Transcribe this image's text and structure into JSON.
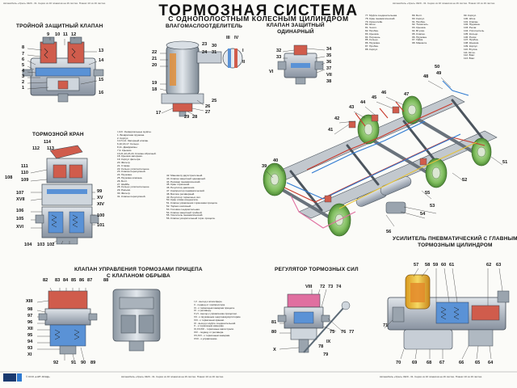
{
  "header": {
    "left_lines": [
      "Автомобиль «Урал» 4320 - 31. Серия из 16 плакатов на 16 листах. Плакат 10 из 16 листах."
    ],
    "right_lines": [
      "Автомобиль «Урал» 4320 - 31. Серия из 16 плакатов на 16 листах. Плакат 10 из 16 листах."
    ],
    "title": "ТОРМОЗНАЯ СИСТЕМА",
    "subtitle": "С ОДНОПОЛОСТНЫМ КОЛЕСНЫМ ЦИЛИНДРОМ"
  },
  "sections": {
    "triple_valve": "ТРОЙНОЙ ЗАЩИТНЫЙ КЛАПАН",
    "moisture_sep": "ВЛАГОМАСЛООТДЕЛИТЕЛЬ",
    "single_valve": "КЛАПАН ЗАЩИТНЫЙ\nОДИНАРНЫЙ",
    "brake_valve": "ТОРМОЗНОЙ КРАН",
    "trailer_valve": "КЛАПАН УПРАВЛЕНИЯ ТОРМОЗАМИ ПРИЦЕПА\nС КЛАПАНОМ ОБРЫВА",
    "regulator": "РЕГУЛЯТОР ТОРМОЗНЫХ СИЛ",
    "booster": "УСИЛИТЕЛЬ ПНЕВМАТИЧЕСКИЙ С ГЛАВНЫМ\nТОРМОЗНЫМ ЦИЛИНДРОМ"
  },
  "labels": {
    "triple_valve": [
      {
        "id": "8",
        "t": "8"
      },
      {
        "id": "7",
        "t": "7"
      },
      {
        "id": "6",
        "t": "6"
      },
      {
        "id": "5",
        "t": "5"
      },
      {
        "id": "4",
        "t": "4"
      },
      {
        "id": "3",
        "t": "3"
      },
      {
        "id": "2",
        "t": "2"
      },
      {
        "id": "1",
        "t": "1"
      },
      {
        "id": "9",
        "t": "9"
      },
      {
        "id": "10",
        "t": "10"
      },
      {
        "id": "11",
        "t": "11"
      },
      {
        "id": "12",
        "t": "12"
      },
      {
        "id": "13",
        "t": "13"
      },
      {
        "id": "14",
        "t": "14"
      },
      {
        "id": "15",
        "t": "15"
      },
      {
        "id": "16",
        "t": "16"
      }
    ],
    "moisture_sep": [
      "22",
      "21",
      "20",
      "19",
      "18",
      "17",
      "23",
      "24",
      "31",
      "30",
      "29",
      "28",
      "27",
      "26",
      "25",
      "III",
      "IV",
      "I",
      "II"
    ],
    "single_valve": [
      "32",
      "33",
      "34",
      "35",
      "36",
      "37",
      "VI",
      "VII",
      "38"
    ],
    "brake_valve": [
      "114",
      "112",
      "113",
      "111",
      "110",
      "109",
      "108",
      "107",
      "XVII",
      "106",
      "105",
      "XVI",
      "104",
      "103",
      "102",
      "101",
      "100",
      "99",
      "XIV",
      "XV"
    ],
    "chassis": [
      "39",
      "40",
      "41",
      "42",
      "43",
      "44",
      "45",
      "46",
      "47",
      "48",
      "49",
      "50",
      "51",
      "52",
      "53",
      "54",
      "55",
      "56"
    ],
    "trailer_valve": [
      "82",
      "83",
      "84",
      "85",
      "86",
      "87",
      "88",
      "XIII",
      "98",
      "97",
      "96",
      "XII",
      "95",
      "94",
      "93",
      "XI",
      "92",
      "91",
      "90",
      "89"
    ],
    "regulator": [
      "VIII",
      "72",
      "73",
      "74",
      "81",
      "80",
      "X",
      "75",
      "76",
      "77",
      "IX",
      "78",
      "79"
    ],
    "booster": [
      "57",
      "58",
      "59",
      "60",
      "61",
      "62",
      "63",
      "71",
      "64",
      "65",
      "66",
      "67",
      "68",
      "69",
      "70"
    ]
  },
  "legends": {
    "center_top": [
      "I,II,III. Универсальные муфты.",
      "1. Возвратная пружина.",
      "2. Корпус.",
      "3.4.5,14. Запорный клапан.",
      "6,10,16,17. Кольцо.",
      "8,11. Диафрагмы.",
      "7,9. Крышки.",
      "13,21,22,23,24. Клапан обратный.",
      "18. Крышка запорная.",
      "19. Корпус фильтра.",
      "20. Фильтр.",
      "21. Стакан.",
      "22. Кольцо уплотнительное.",
      "23. Клапан перепускной.",
      "24. Пружина.",
      "25. Пружина клапана.",
      "26. Болт.",
      "27. Шайба.",
      "28. Кольцо уплотнительное.",
      "29. Разъём.",
      "30. Фильтр.",
      "31. Клапан перепускной."
    ],
    "center_mid": [
      "42. Манометр двухстрелочный.",
      "43. Клапан защитный одинарный.",
      "44. Ресивер пневматический.",
      "45. Кран тормозной.",
      "46. Регулятор давления.",
      "47. Компрессор пневматический.",
      "48. Баллон ресиверный.",
      "49. Регулятор тормозных сил.",
      "50. Кран слива конденсата.",
      "51. Клапан управления тормозами прицепа.",
      "52. Тормоз колёсный.",
      "53. Головка соединительная.",
      "54. Клапан защитный тройной.",
      "55. Усилитель пневматический.",
      "56. Клапан ускорительный торм. прицепа."
    ],
    "right_col1": [
      "77. Муфта соединительная.",
      "78. Кран пневматический.",
      "79. Кронштейн.",
      "80. Шток.",
      "81. Чехол.",
      "82. Пробка.",
      "83. Крышка.",
      "84. Поршень.",
      "85. Кольцо.",
      "86. Пружина.",
      "87. Пробка.",
      "88. Корпус."
    ],
    "right_col2": [
      "89. Болт.",
      "90. Корпус.",
      "91. Пробка.",
      "92. Толкатель.",
      "93. Крышка.",
      "94. Втулка.",
      "95. Клапан.",
      "96. Пружина.",
      "97. Гайка.",
      "98. Манжета."
    ],
    "right_col3": [
      "99. Корпус.",
      "100. Шток.",
      "101. Клапан.",
      "102. Пружина.",
      "103. Рычаг.",
      "104. Уплотнитель.",
      "105. Кольцо.",
      "106. Ролик.",
      "107. Пробка.",
      "108. Крышка.",
      "109. Корпус.",
      "110. Втулка.",
      "111. Шток.",
      "112. Винт.",
      "113. Винт."
    ],
    "bottom_mid": [
      "I,V - выход к атмосфере.",
      "II - подвод от компрессора.",
      "III - к тормозным камерам прицепа.",
      "IV - к ресиверу.",
      "V,VI - выход к управлению прицепом.",
      "VII - к пружинным энергоаккумуляторам.",
      "VIII - к тормозным кранам.",
      "IX - выход к муфте соединительной.",
      "X - к тормозным камерам.",
      "XI,XII,XIII - тормозные магистрали.",
      "XIV - подвод от ресивера.",
      "XV,XVI - к тормозным камерам.",
      "XVII - к управлению."
    ]
  },
  "footer": {
    "left": "© ООО «НИТ-ЗОНД»",
    "mid": "Автомобиль «Урал» 4320 - 31. Серия из 16 плакатов на 16 листах. Плакат 10 из 16 листах.",
    "right": "Автомобиль «Урал» 4320 - 31. Серия из 16 плакатов на 16 листах. Плакат 10 из 16 листах."
  },
  "colors": {
    "pipe_air": "#c83a2c",
    "pipe_brake": "#2f7ad1",
    "pipe_yellow": "#e7c43a",
    "wheel_green": "#7bbd5a",
    "steel": "#b9c3cc",
    "dark_steel": "#5c6a76",
    "orange": "#e38a2a",
    "pink": "#e06fa0"
  }
}
